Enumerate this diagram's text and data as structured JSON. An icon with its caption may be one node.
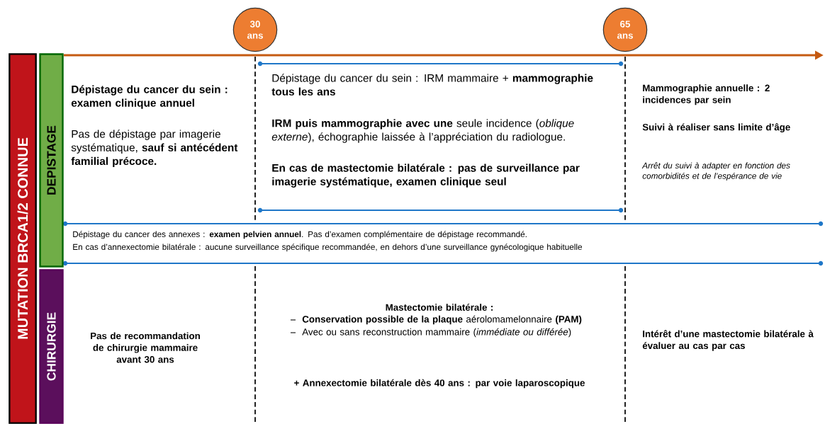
{
  "diagram": {
    "nodes": [
      {
        "text": [
          "MUTATION BRCA1/2 CONNUE"
        ]
      },
      {
        "text": [
          "DEPISTAGE"
        ]
      },
      {
        "text": [
          "CHIRURGIE"
        ]
      },
      {
        "text": [
          "30 ans"
        ]
      },
      {
        "text": [
          "65 ans"
        ]
      }
    ],
    "labels": [
      "Dépistage du cancer du sein : examen clinique annuel",
      "Pas de dépistage par imagerie systématique, **sauf si antécédent familial précoce.**",
      "Dépistage du cancer du sein : IRM mammaire + **mammographie tous les ans**",
      "**IRM puis mammographie avec une** seule incidence (*oblique externe*), échographie laissée à l’appréciation du radiologue.",
      "En cas de mastectomie bilatérale : pas de surveillance par imagerie systématique, examen clinique seul",
      "Mammographie annuelle : 2 incidences par sein",
      "Suivi à réaliser sans limite d’âge",
      "Arrêt du suivi à adapter en fonction des comorbidités et de l’espérance de vie",
      "Dépistage du cancer des annexes : **examen pelvien annuel**. Pas d’examen complémentaire de dépistage recommandé.",
      "En cas d’annexectomie bilatérale : aucune surveillance spécifique recommandée, en dehors d’une surveillance gynécologique habituelle",
      "Pas de recommandation de chirurgie mammaire avant 30 ans",
      "Mastectomie bilatérale :",
      "**Conservation possible de la plaque** aérolomamelonnaire **(PAM)**",
      "Avec ou sans reconstruction mammaire (*immédiate ou différée*)",
      "+ Annexectomie bilatérale dès 40 ans : par voie laparoscopique",
      "Intérêt d’une mastectomie bilatérale à évaluer au cas par cas"
    ]
  }
}
